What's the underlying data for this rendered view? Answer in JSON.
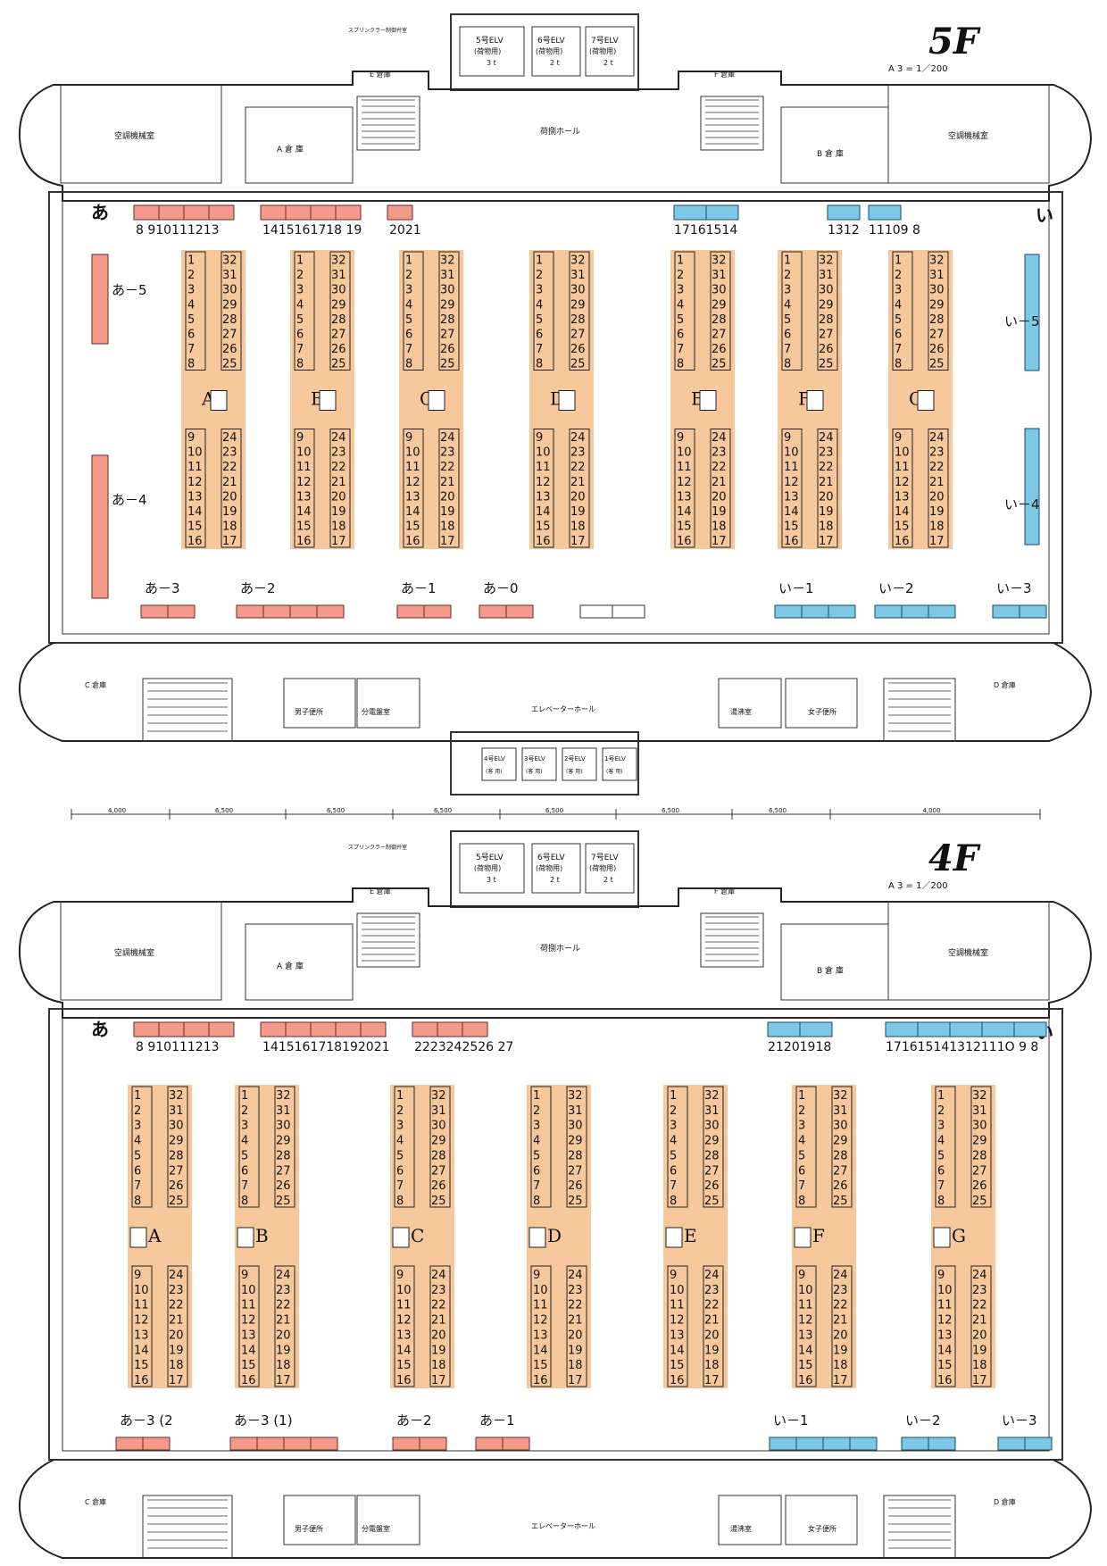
{
  "colors": {
    "orange_block": "#f7c89b",
    "pink_booth": "#f39a8a",
    "blue_booth": "#7cc8e6",
    "wall": "#222222",
    "line": "#333333"
  },
  "floors": [
    {
      "key": "f5",
      "title": "5F",
      "scale": "A 3 = 1／200",
      "left_corner": "あ",
      "right_corner": "い",
      "top_pink_groups": [
        {
          "label": "8 910111213",
          "count": 4
        },
        {
          "label": "1415161718 19",
          "count": 4
        },
        {
          "label": "2021",
          "count": 1
        }
      ],
      "top_blue_groups": [
        {
          "label": "17161514",
          "count": 2
        },
        {
          "label": "1312",
          "count": 1
        },
        {
          "label": "11109 8",
          "count": 1
        }
      ],
      "side_labels": {
        "left_upper": "あ－5",
        "left_lower": "あ－4",
        "right_upper": "い－5",
        "right_lower": "い－4"
      },
      "bottom_groups": [
        {
          "label": "あ－3",
          "color": "pink",
          "count": 2
        },
        {
          "label": "あ－2",
          "color": "pink",
          "count": 4
        },
        {
          "label": "あ－1",
          "color": "pink",
          "count": 2
        },
        {
          "label": "あ－0",
          "color": "pink",
          "count": 2
        },
        {
          "label": "",
          "color": "none",
          "count": 2
        },
        {
          "label": "い－1",
          "color": "blue",
          "count": 3
        },
        {
          "label": "い－2",
          "color": "blue",
          "count": 3
        },
        {
          "label": "い－3",
          "color": "blue",
          "count": 2
        }
      ],
      "islands": [
        "A",
        "B",
        "C",
        "D",
        "E",
        "F",
        "G"
      ],
      "rooms": {
        "elv5": "5号ELV",
        "elv5_use": "(荷物用)",
        "elv5_cap": "3 t",
        "elv6": "6号ELV",
        "elv6_use": "(荷物用)",
        "elv6_cap": "2 t",
        "elv7": "7号ELV",
        "elv7_use": "(荷物用)",
        "elv7_cap": "2 t",
        "sprinkler": "スプリンクラー制御弁室",
        "e_store": "E 倉庫",
        "f_store": "F 倉庫",
        "ac_left": "空調機械室",
        "ac_right": "空調機械室",
        "a_store": "A 倉 庫",
        "b_store": "B 倉 庫",
        "cargo_hall": "荷捌ホール",
        "c_store": "C 倉庫",
        "d_store": "D 倉庫",
        "men": "男子便所",
        "women": "女子便所",
        "switch_room": "分電盤室",
        "kitchen": "湯沸室",
        "elevator_hall": "エレベーターホール",
        "elv4": "4号ELV",
        "elv3": "3号ELV",
        "elv2": "2号ELV",
        "elv1": "1号ELV",
        "guest": "(客 用)"
      }
    },
    {
      "key": "f4",
      "title": "4F",
      "scale": "A 3 = 1／200",
      "left_corner": "あ",
      "right_corner": "い",
      "top_pink_groups": [
        {
          "label": "8 910111213",
          "count": 4
        },
        {
          "label": "1415161718192021",
          "count": 5
        },
        {
          "label": "2223242526 27",
          "count": 3
        }
      ],
      "top_blue_groups": [
        {
          "label": "21201918",
          "count": 2
        },
        {
          "label": "171615141312111O 9 8",
          "count": 5
        }
      ],
      "side_labels": {
        "left_upper": "",
        "left_lower": "",
        "right_upper": "",
        "right_lower": ""
      },
      "bottom_groups": [
        {
          "label": "あ－3 (2",
          "color": "pink",
          "count": 2
        },
        {
          "label": "あ－3 (1)",
          "color": "pink",
          "count": 4
        },
        {
          "label": "あ－2",
          "color": "pink",
          "count": 2
        },
        {
          "label": "あ－1",
          "color": "pink",
          "count": 2
        },
        {
          "label": "い－1",
          "color": "blue",
          "count": 4
        },
        {
          "label": "い－2",
          "color": "blue",
          "count": 2
        },
        {
          "label": "い－3",
          "color": "blue",
          "count": 2
        }
      ],
      "islands": [
        "A",
        "B",
        "C",
        "D",
        "E",
        "F",
        "G"
      ],
      "rooms": {
        "elv5": "5号ELV",
        "elv5_use": "(荷物用)",
        "elv5_cap": "3 t",
        "elv6": "6号ELV",
        "elv6_use": "(荷物用)",
        "elv6_cap": "2 t",
        "elv7": "7号ELV",
        "elv7_use": "(荷物用)",
        "elv7_cap": "2 t",
        "sprinkler": "スプリンクラー制御弁室",
        "e_store": "E 倉庫",
        "f_store": "F 倉庫",
        "ac_left": "空調機械室",
        "ac_right": "空調機械室",
        "a_store": "A 倉 庫",
        "b_store": "B 倉 庫",
        "cargo_hall": "荷捌ホール",
        "c_store": "C 倉庫",
        "d_store": "D 倉庫",
        "men": "男子便所",
        "women": "女子便所",
        "switch_room": "分電盤室",
        "kitchen": "湯沸室",
        "elevator_hall": "エレベーターホール"
      }
    }
  ],
  "dimensions": [
    "4,000",
    "6,500",
    "6,500",
    "6,500",
    "6,500",
    "6,500",
    "6,500",
    "4,000"
  ]
}
